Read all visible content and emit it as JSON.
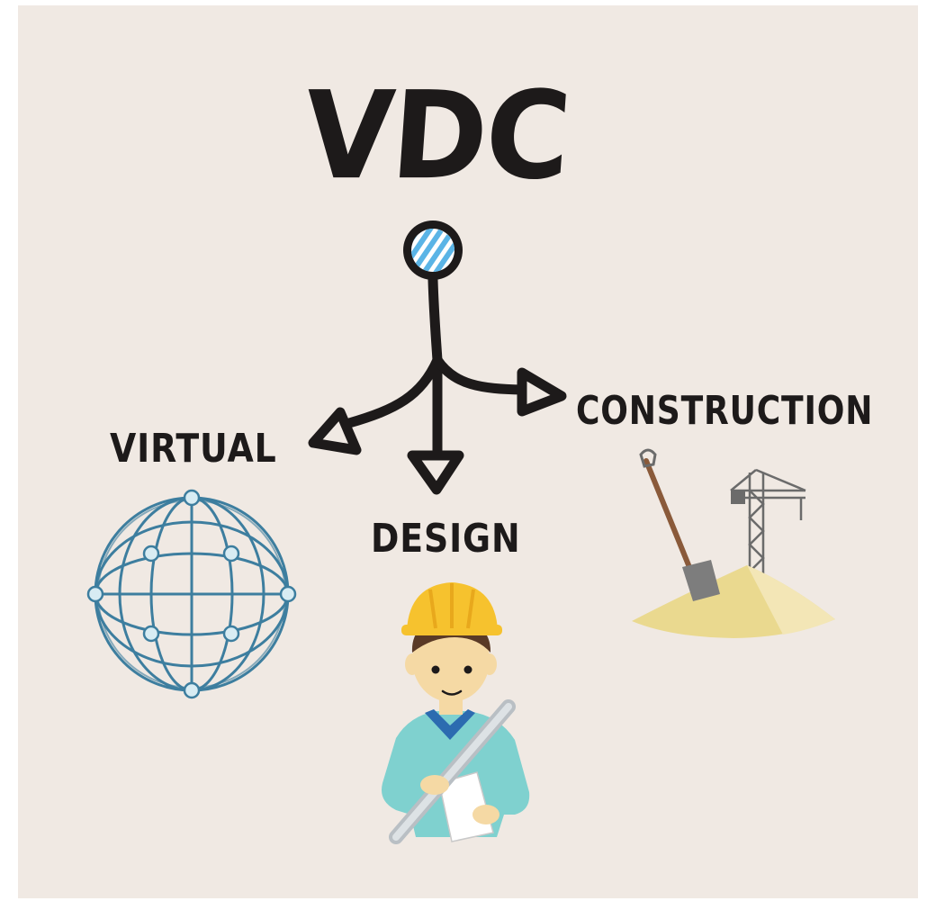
{
  "diagram": {
    "title": "VDC",
    "branches": [
      {
        "label": "VIRTUAL",
        "icon": "globe-icon"
      },
      {
        "label": "DESIGN",
        "icon": "engineer-icon"
      },
      {
        "label": "CONSTRUCTION",
        "icon": "construction-site-icon"
      }
    ]
  },
  "colors": {
    "background": "#f0e9e3",
    "ink": "#1d1a1a",
    "node_fill": "#5ab4e6",
    "globe": "#3d7e9f",
    "helmet": "#f6c22e",
    "shirt": "#7fd1cf",
    "sand": "#ead98f"
  }
}
